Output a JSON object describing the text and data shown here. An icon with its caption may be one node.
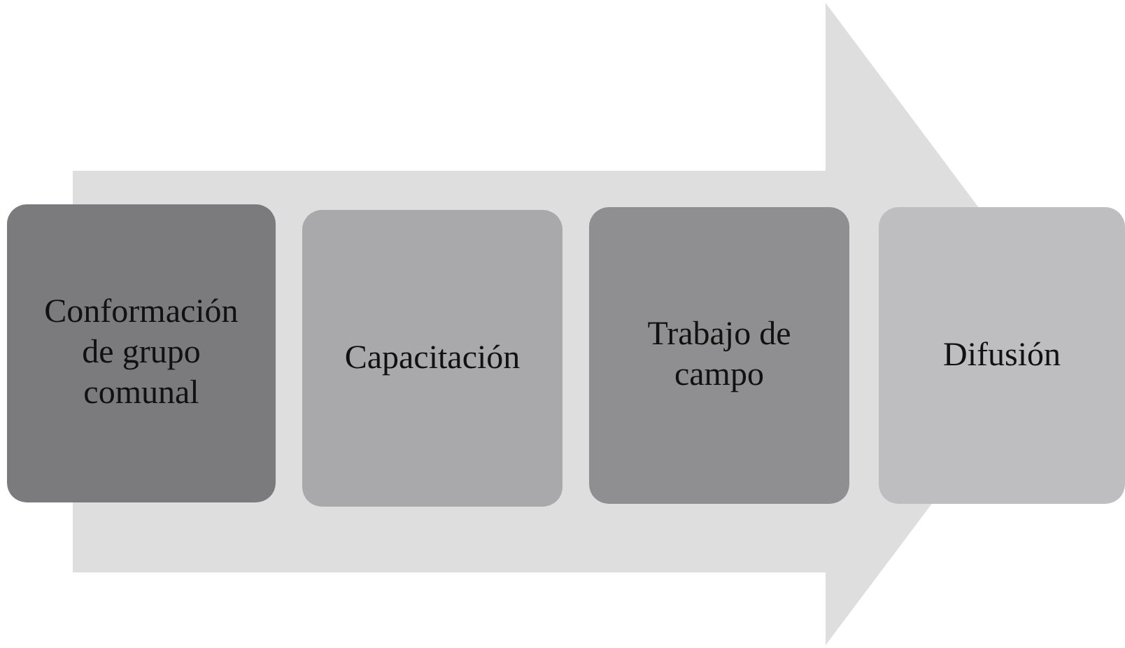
{
  "diagram": {
    "nodes": [
      {
        "text": [
          "Conformación de grupo comunal"
        ]
      },
      {
        "text": [
          "Capacitación"
        ]
      },
      {
        "text": [
          "Trabajo de campo"
        ]
      },
      {
        "text": [
          "Difusión"
        ]
      }
    ],
    "edges": [
      {
        "from": 0,
        "to": 3,
        "arrow": "to",
        "style": "thick"
      }
    ]
  }
}
